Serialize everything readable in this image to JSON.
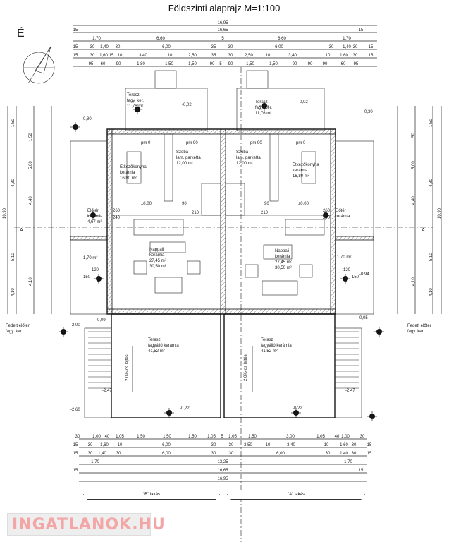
{
  "title": "Földszinti alaprajz  M=1:100",
  "north_label": "É",
  "section_marker": "A",
  "units": {
    "left": "\"B\" lakás",
    "right": "\"A\" lakás"
  },
  "logo_text": "INGATLANOK.HU",
  "rooms": {
    "b": {
      "terrace_top": [
        "Terasz",
        "fagy. ker.",
        "11,76 m²"
      ],
      "terrace_top_level": "-0,02",
      "kitchen": [
        "Étkezőkonyha",
        "kerámia",
        "16,80 m²"
      ],
      "bedroom": [
        "Szoba",
        "lam. parketta",
        "12,00 m²"
      ],
      "level_ground": "±0,00",
      "hall": [
        "Előtér",
        "kerámia",
        "4,67 m²"
      ],
      "wc_area": "1,70 m²",
      "living": [
        "Nappali",
        "kerámia",
        "27,45 m²",
        "30,50 m²"
      ],
      "terrace_bottom": [
        "Terasz",
        "fagyálló kerámia",
        "41,52 m²"
      ],
      "slope": "2,0%-os lejtés",
      "terrace_bottom_level": "-0,22",
      "levels": [
        "-0,80",
        "-0,09",
        "-2,00",
        "-2,47",
        "-2,60"
      ],
      "covered_entry": [
        "Fedett előtér",
        "fagy. ker."
      ]
    },
    "a": {
      "terrace_top": [
        "Terasz",
        "fagy. ker.",
        "11,76 m²"
      ],
      "terrace_top_level": "-0,02",
      "kitchen": [
        "Étkezőkonyha",
        "kerámia",
        "16,80 m²"
      ],
      "bedroom": [
        "Szoba",
        "lam. parketta",
        "12,00 m²"
      ],
      "level_ground": "±0,00",
      "hall": [
        "Előtér",
        "kerámia"
      ],
      "wc_area": "1,70 m²",
      "living": [
        "Nappali",
        "kerámia",
        "27,45 m²",
        "30,50 m²"
      ],
      "terrace_bottom": [
        "Terasz",
        "fagyálló kerámia",
        "41,52 m²"
      ],
      "slope": "2,0%-os lejtés",
      "terrace_bottom_level": "-0,22",
      "levels": [
        "-0,30",
        "-0,05",
        "-2,47",
        "-0,94"
      ],
      "covered_entry": [
        "Fedett előtér",
        "fagy. ker."
      ]
    },
    "door_notes": [
      "pm 0",
      "pm 90",
      "pm 90",
      "pm 0",
      "260",
      "240",
      "210",
      "90",
      "260",
      "240",
      "210",
      "90",
      "120",
      "150",
      "120",
      "150"
    ]
  },
  "dimensions": {
    "top": [
      [
        "16,95"
      ],
      [
        "15",
        "16,65",
        "15"
      ],
      [
        "1,70",
        "6,60",
        "5",
        "6,60",
        "1,70"
      ],
      [
        "15",
        "30",
        "1,40",
        "30",
        "6,00",
        "35",
        "30",
        "6,00",
        "30",
        "1,40",
        "30",
        "15"
      ],
      [
        "15",
        "30",
        "1,60",
        "15",
        "10",
        "3,40",
        "10",
        "2,50",
        "35",
        "30",
        "2,50",
        "10",
        "3,40",
        "10",
        "1,60",
        "30",
        "15"
      ],
      [
        "95",
        "60",
        "90",
        "1,80",
        "1,50",
        "1,50",
        "90",
        "5",
        "90",
        "1,50",
        "1,50",
        "90",
        "90",
        "90",
        "60",
        "95"
      ]
    ],
    "bottom": [
      [
        "30",
        "1,00",
        "40",
        "1,05",
        "1,50",
        "1,50",
        "1,50",
        "1,05",
        "5",
        "1,05",
        "1,50",
        "3,00",
        "1,05",
        "40",
        "1,00",
        "30"
      ],
      [
        "15",
        "30",
        "1,60",
        "10",
        "6,00",
        "30",
        "30",
        "2,50",
        "10",
        "3,40",
        "10",
        "1,60",
        "30",
        "15"
      ],
      [
        "15",
        "30",
        "1,40",
        "30",
        "6,00",
        "30",
        "30",
        "6,00",
        "30",
        "1,40",
        "30",
        "15"
      ],
      [
        "1,70",
        "13,25",
        "1,70"
      ],
      [
        "15",
        "16,65",
        "15"
      ],
      [
        "16,95"
      ]
    ],
    "left": [
      "10,90",
      "1,50",
      "4,80",
      "5,10",
      "4,10",
      "1,50",
      "5,00",
      "4,40",
      "4,10"
    ],
    "right": [
      "10,90",
      "1,50",
      "4,80",
      "5,10",
      "4,10",
      "1,50",
      "5,00",
      "4,40",
      "4,10"
    ]
  }
}
